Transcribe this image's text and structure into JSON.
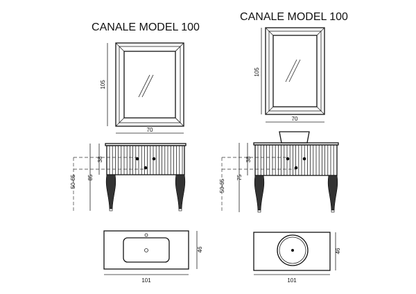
{
  "left": {
    "title": "CANALE MODEL 100",
    "mirror": {
      "height_label": "105",
      "width_label": "70"
    },
    "cabinet": {
      "drawer_label": "38",
      "height_label": "85",
      "sink_height_label": "50-65"
    },
    "plan": {
      "depth_label": "46",
      "width_label": "101",
      "basin": "integrated-rectangular"
    }
  },
  "right": {
    "title": "CANALE MODEL 100",
    "mirror": {
      "height_label": "105",
      "width_label": "70"
    },
    "cabinet": {
      "drawer_label": "38",
      "height_label": "75",
      "sink_height_label": "50-65"
    },
    "plan": {
      "depth_label": "46",
      "width_label": "101",
      "basin": "countertop-round"
    }
  }
}
